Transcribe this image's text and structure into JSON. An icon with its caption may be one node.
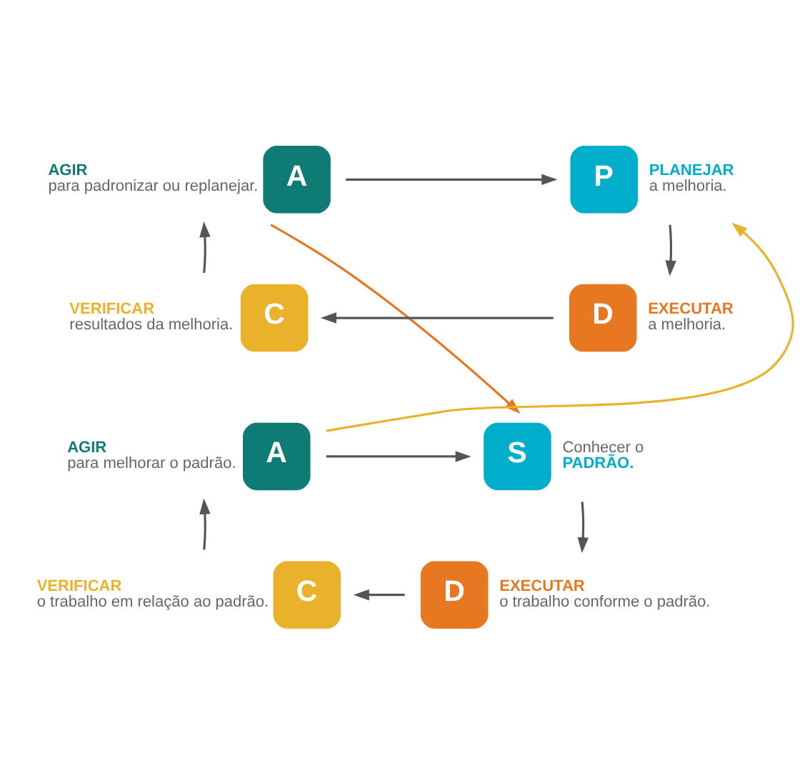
{
  "diagram": {
    "nodes": [
      {
        "text": [
          "A"
        ],
        "beside": [
          "AGIR",
          "para padronizar ou replanejar."
        ]
      },
      {
        "text": [
          "P"
        ],
        "beside": [
          "PLANEJAR",
          "a melhoria."
        ]
      },
      {
        "text": [
          "D"
        ],
        "beside": [
          "EXECUTAR",
          "a melhoria."
        ]
      },
      {
        "text": [
          "C"
        ],
        "beside": [
          "VERIFICAR",
          "resultados da melhoria."
        ]
      },
      {
        "text": [
          "A"
        ],
        "beside": [
          "AGIR",
          "para melhorar o padrão."
        ]
      },
      {
        "text": [
          "S"
        ],
        "beside": [
          "Conhecer o",
          "PADRÃO."
        ]
      },
      {
        "text": [
          "D"
        ],
        "beside": [
          "EXECUTAR",
          "o trabalho conforme o padrão."
        ]
      },
      {
        "text": [
          "C"
        ],
        "beside": [
          "VERIFICAR",
          "o trabalho em relação ao padrão."
        ]
      }
    ],
    "edges": [
      {
        "from": 0,
        "to": 1,
        "arrow": "to"
      },
      {
        "from": 1,
        "to": 2,
        "arrow": "to"
      },
      {
        "from": 2,
        "to": 3,
        "arrow": "to"
      },
      {
        "from": 3,
        "to": 0,
        "arrow": "to"
      },
      {
        "from": 4,
        "to": 5,
        "arrow": "to"
      },
      {
        "from": 5,
        "to": 6,
        "arrow": "to"
      },
      {
        "from": 6,
        "to": 7,
        "arrow": "to"
      },
      {
        "from": 7,
        "to": 4,
        "arrow": "to"
      },
      {
        "from": 4,
        "to": 1,
        "arrow": "to",
        "color": "#eab12a"
      },
      {
        "from": 0,
        "to": 5,
        "arrow": "to",
        "color": "#e87722"
      }
    ]
  }
}
